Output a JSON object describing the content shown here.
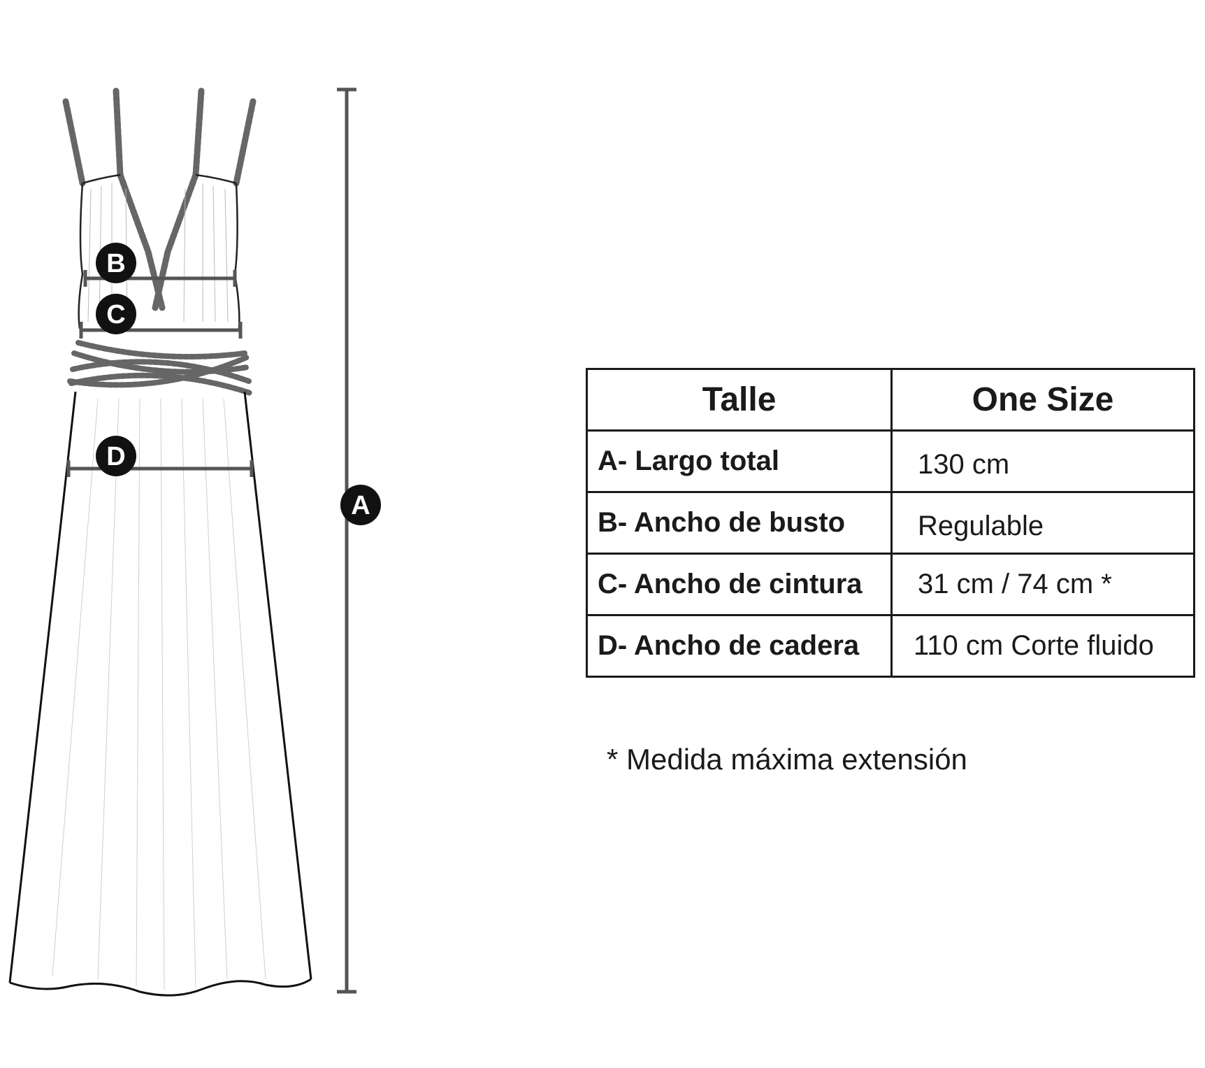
{
  "markers": {
    "a": "A",
    "b": "B",
    "c": "C",
    "d": "D"
  },
  "table": {
    "header": {
      "col1": "Talle",
      "col2": "One Size"
    },
    "rows": [
      {
        "label": "A- Largo total",
        "value": "130 cm"
      },
      {
        "label": "B- Ancho de busto",
        "value": "Regulable"
      },
      {
        "label": "C- Ancho de cintura",
        "value": "31 cm / 74 cm *"
      },
      {
        "label": "D- Ancho de cadera",
        "value": "110 cm Corte fluido"
      }
    ]
  },
  "note": "* Medida máxima extensión",
  "colors": {
    "ink": "#1a1a1a",
    "measure": "#555555",
    "marker": "#111111"
  }
}
